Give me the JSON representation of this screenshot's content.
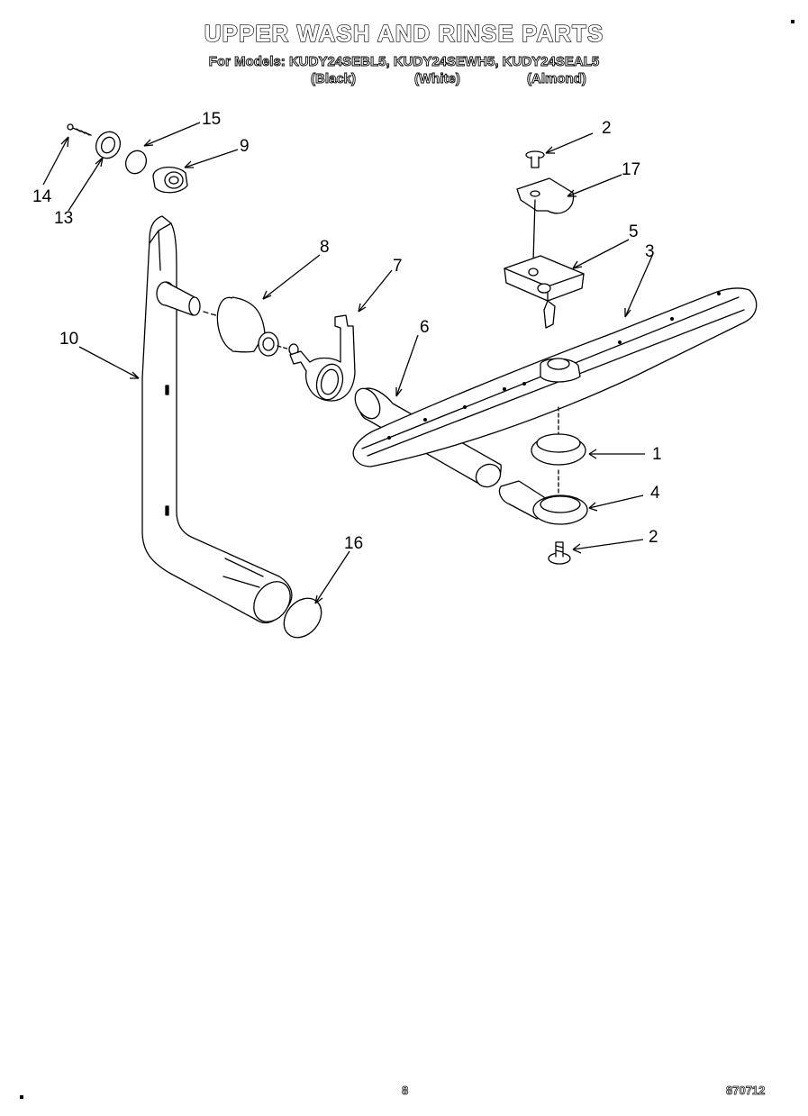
{
  "header": {
    "title": "UPPER WASH AND RINSE PARTS",
    "models_line": "For Models: KUDY24SEBL5, KUDY24SEWH5, KUDY24SEAL5",
    "colors": [
      "(Black)",
      "(White)",
      "(Almond)"
    ]
  },
  "callouts": [
    {
      "id": "c14",
      "label": "14"
    },
    {
      "id": "c13",
      "label": "13"
    },
    {
      "id": "c15",
      "label": "15"
    },
    {
      "id": "c9",
      "label": "9"
    },
    {
      "id": "c8",
      "label": "8"
    },
    {
      "id": "c7",
      "label": "7"
    },
    {
      "id": "c10",
      "label": "10"
    },
    {
      "id": "c6",
      "label": "6"
    },
    {
      "id": "c16",
      "label": "16"
    },
    {
      "id": "c2a",
      "label": "2"
    },
    {
      "id": "c17",
      "label": "17"
    },
    {
      "id": "c5",
      "label": "5"
    },
    {
      "id": "c3",
      "label": "3"
    },
    {
      "id": "c1",
      "label": "1"
    },
    {
      "id": "c4",
      "label": "4"
    },
    {
      "id": "c2b",
      "label": "2"
    }
  ],
  "footer": {
    "page_number": "8",
    "doc_code": "870712"
  }
}
